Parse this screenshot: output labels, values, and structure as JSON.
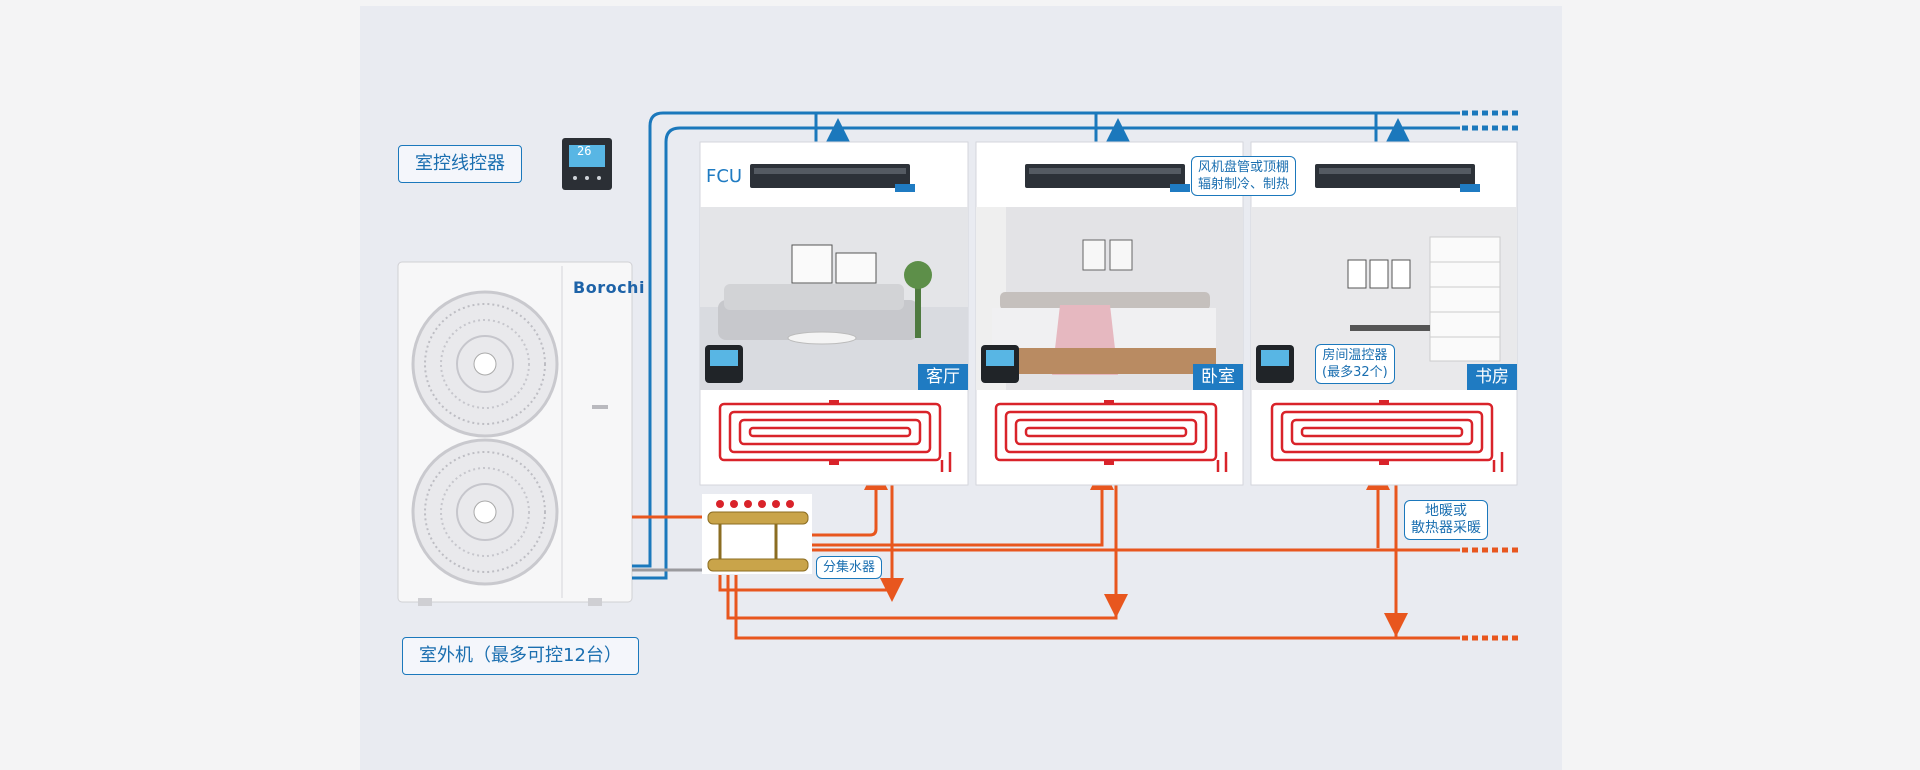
{
  "labels": {
    "wire_controller": "室控线控器",
    "outdoor_unit": "室外机（最多可控12台）",
    "fcu": "FCU",
    "fcu_note_line1": "风机盘管或顶棚",
    "fcu_note_line2": "辐射制冷、制热",
    "thermostat_line1": "房间温控器",
    "thermostat_line2": "(最多32个)",
    "floor_heating_line1": "地暖或",
    "floor_heating_line2": "散热器采暖",
    "manifold": "分集水器",
    "brand": "Borochi",
    "controller_display": "26"
  },
  "rooms": [
    {
      "name": "客厅"
    },
    {
      "name": "卧室"
    },
    {
      "name": "书房"
    }
  ],
  "colors": {
    "cooling_pipe": "#1b78bc",
    "heating_pipe": "#e8561e",
    "floor_coil": "#d9232a",
    "label_border": "#1b78bc"
  }
}
